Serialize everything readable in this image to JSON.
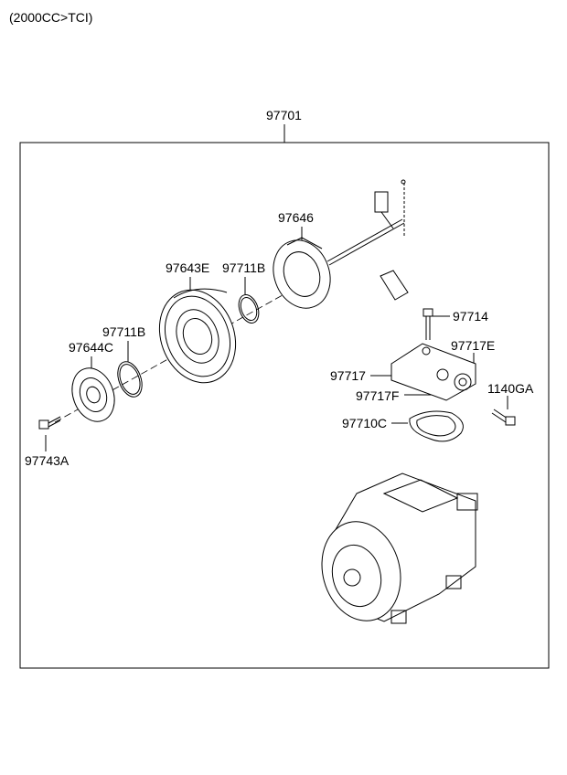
{
  "header": {
    "variant": "(2000CC>TCI)"
  },
  "diagram": {
    "assembly_part": "97701",
    "parts": {
      "p97646": "97646",
      "p97643E": "97643E",
      "p97711B_upper": "97711B",
      "p97711B_lower": "97711B",
      "p97644C": "97644C",
      "p97743A": "97743A",
      "p97714": "97714",
      "p97717E": "97717E",
      "p97717": "97717",
      "p97717F": "97717F",
      "p1140GA": "1140GA",
      "p97710C": "97710C"
    }
  }
}
